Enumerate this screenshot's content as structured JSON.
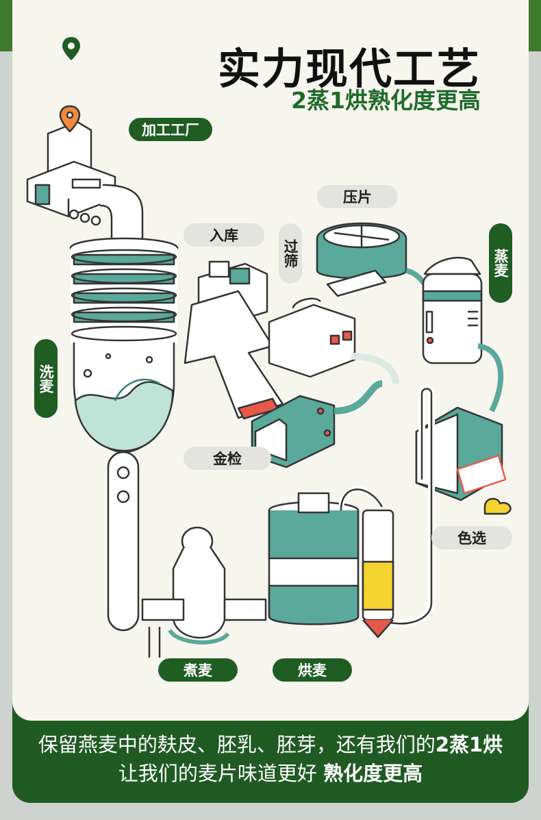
{
  "header": {
    "title": "实力现代工艺",
    "subtitle": "2蒸1烘熟化度更高"
  },
  "steps": {
    "factory": "加工工厂",
    "wash": "洗麦",
    "store": "入库",
    "sieve": "过筛",
    "press": "压片",
    "steam": "蒸麦",
    "metal_check": "金检",
    "color_sort": "色选",
    "boil": "煮麦",
    "bake": "烘麦"
  },
  "footer": {
    "line1_prefix": "保留燕麦中的麸皮、胚乳、胚芽，还有我们的",
    "line1_strong": "2蒸1烘",
    "line2_prefix": "让我们的麦片味道更好 ",
    "line2_strong": "熟化度更高"
  },
  "colors": {
    "dark_green": "#1f5d22",
    "teal": "#5aa99a",
    "orange_pin": "#f08a3a",
    "card_bg": "#f7f6ee"
  },
  "icons": [
    "location-pin-icon",
    "factory-icon",
    "wash-tank-icon",
    "conveyor-icon",
    "press-machine-icon",
    "steamer-icon",
    "metal-detector-icon",
    "color-sorter-icon",
    "boiler-icon",
    "oven-icon"
  ]
}
